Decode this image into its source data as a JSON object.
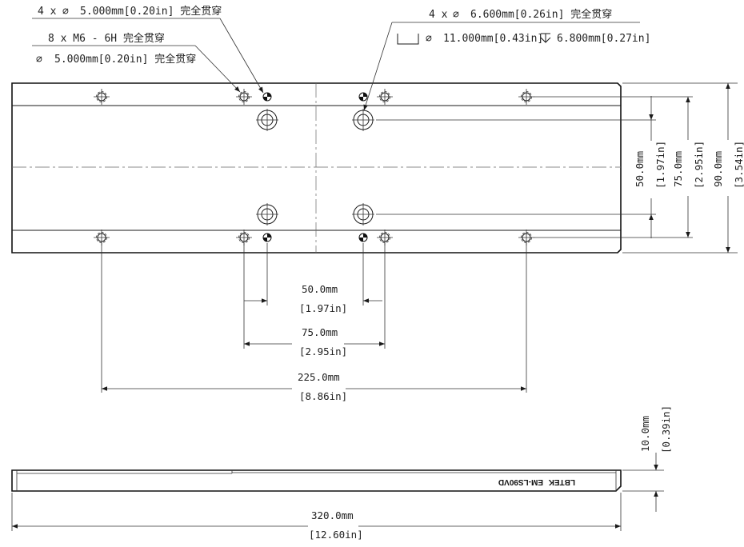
{
  "callouts": {
    "holes_5mm_count": "4 x",
    "holes_5mm_spec": "5.000mm[0.20in] 完全贯穿",
    "m6_line1": "8 x  M6 - 6H 完全贯穿",
    "m6_line2": "5.000mm[0.20in] 完全贯穿",
    "holes_66_count": "4 x",
    "holes_66_spec": "6.600mm[0.26in] 完全贯穿",
    "counterbore_spec": "11.000mm[0.43in]",
    "depth_spec": "6.800mm[0.27in]"
  },
  "dimensions": {
    "d50_mm": "50.0mm",
    "d50_in": "[1.97in]",
    "d75_mm": "75.0mm",
    "d75_in": "[2.95in]",
    "d225_mm": "225.0mm",
    "d225_in": "[8.86in]",
    "d320_mm": "320.0mm",
    "d320_in": "[12.60in]",
    "v50_mm": "50.0mm",
    "v50_in": "[1.97in]",
    "v75_mm": "75.0mm",
    "v75_in": "[2.95in]",
    "v90_mm": "90.0mm",
    "v90_in": "[3.54in]",
    "v10_mm": "10.0mm",
    "v10_in": "[0.39in]"
  },
  "labels": {
    "brand": "LBTEK",
    "model": "EM-LS90VD"
  },
  "symbols": {
    "diameter": "⌀",
    "counterbore": "counterbore-symbol",
    "depth": "depth-symbol"
  }
}
